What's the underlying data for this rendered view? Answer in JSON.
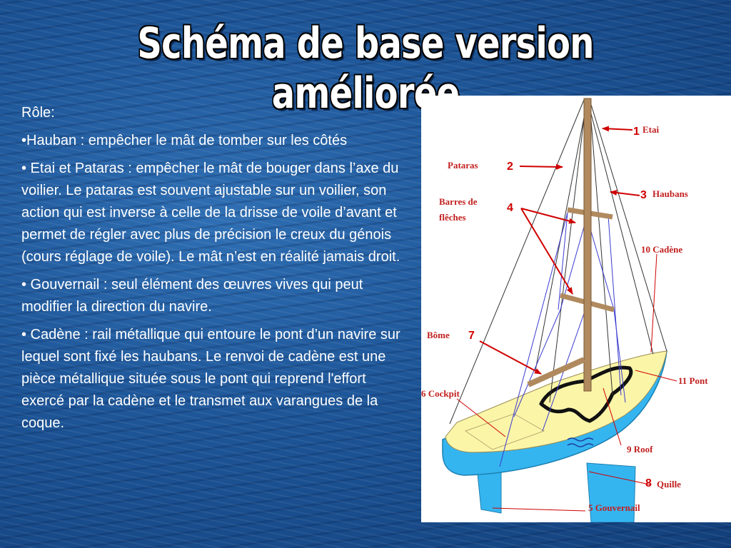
{
  "title": "Schéma de base version améliorée",
  "text": {
    "role_heading": "Rôle:",
    "hauban": "•Hauban : empêcher le mât de tomber sur les côtés",
    "etai": "• Etai  et Pataras : empêcher le mât de bouger dans l’axe du voilier. Le pataras est souvent ajustable sur un voilier, son action qui est inverse à celle de la drisse de voile d’avant et permet de régler avec plus de précision le creux du génois (cours réglage de voile). Le mât n’est en réalité jamais droit.",
    "gouvernail": "• Gouvernail : seul élément des œuvres vives qui peut modifier la direction du navire.",
    "cadene": "• Cadène : rail métallique qui entoure le pont d’un  navire sur lequel sont fixé les haubans. Le renvoi de cadène est une pièce métallique située sous le pont qui reprend l'effort exercé par la cadène et le transmet aux varangues de la coque."
  },
  "diagram": {
    "labels": {
      "etai": "Etai",
      "etai_num": "1",
      "pataras": "Pataras",
      "pataras_num": "2",
      "haubans": "Haubans",
      "haubans_num": "3",
      "barres_line1": "Barres de",
      "barres_line2": "flêches",
      "barres_num": "4",
      "cadene": "10 Cadène",
      "bome": "Bôme",
      "bome_num": "7",
      "pont": "11 Pont",
      "cockpit": "6 Cockpit",
      "roof": "9 Roof",
      "quille": "Quille",
      "quille_num": "8",
      "gouvernail": "5 Gouvernail"
    },
    "colors": {
      "deck": "#fbf5a8",
      "hull": "#35b5f0",
      "mast": "#b08a5e",
      "annotation": "#d00000",
      "label_text": "#c22020",
      "shrouds_blue": "#3b3bcf"
    }
  }
}
